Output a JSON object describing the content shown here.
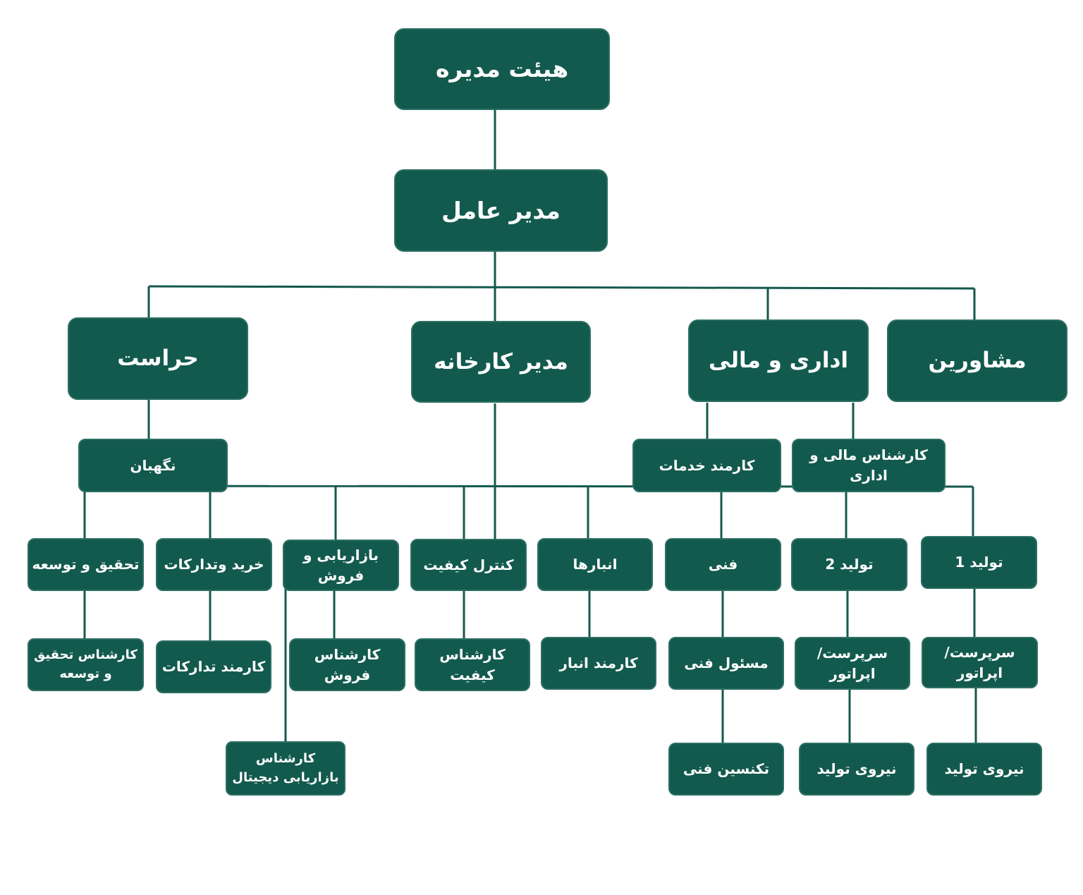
{
  "colors": {
    "node_fill": "#135a4e",
    "node_border": "#2d6f63",
    "connector": "#14594d",
    "node_text": "#ffffff"
  },
  "org": {
    "board": "هیئت مدیره",
    "ceo": "مدیر عامل",
    "security": "حراست",
    "factory_manager": "مدیر کارخانه",
    "admin_finance": "اداری و مالی",
    "advisors": "مشاورین",
    "guard": "نگهبان",
    "services_clerk": "کارمند خدمات",
    "finance_admin_expert": "کارشناس مالی و اداری",
    "rnd": "تحقیق و توسعه",
    "procurement": "خرید وتدارکات",
    "marketing_sales": "بازاریابی و فروش",
    "quality_control": "کنترل کیفیت",
    "warehouses": "انبارها",
    "technical": "فنی",
    "production_2": "تولید 2",
    "production_1": "تولید 1",
    "rnd_expert": "کارشناس تحقیق و توسعه",
    "procurement_clerk": "کارمند تدارکات",
    "sales_expert": "کارشناس فروش",
    "quality_expert": "کارشناس کیفیت",
    "warehouse_clerk": "کارمند انبار",
    "technical_officer": "مسئول فنی",
    "supervisor_operator_2": "سرپرست/ اپراتور",
    "supervisor_operator_1": "سرپرست/ اپراتور",
    "digital_marketing_expert": "کارشناس بازاریابی دیجیتال",
    "technician": "تکنسین فنی",
    "production_staff_2": "نیروی تولید",
    "production_staff_1": "نیروی تولید"
  }
}
